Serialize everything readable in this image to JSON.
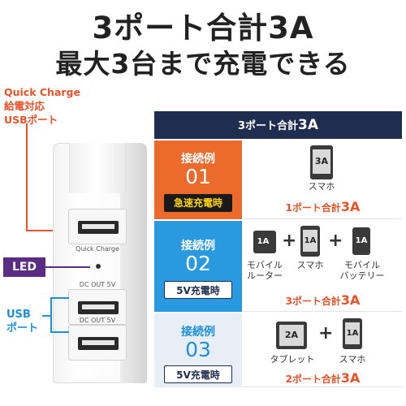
{
  "headline": {
    "line1": "3ポート合計3A",
    "line2": "最大3台まで充電できる"
  },
  "callouts": {
    "quick_charge": [
      "Quick Charge",
      "給電対応",
      "USBポート"
    ],
    "led": "LED",
    "usb_ports": [
      "USB",
      "ポート"
    ]
  },
  "charger": {
    "port1_caption": "Quick Charge",
    "port2_caption": "DC OUT 5V",
    "port3_caption": "DC OUT 5V"
  },
  "table": {
    "header_prefix": "3ポート合計",
    "header_value": "3A",
    "rows": [
      {
        "label": "接続例",
        "number": "01",
        "badge": "急速充電時",
        "devices": [
          {
            "label": "3A",
            "caption": "スマホ"
          }
        ],
        "total_prefix": "1ポート合計",
        "total_value": "3A"
      },
      {
        "label": "接続例",
        "number": "02",
        "badge": "5V充電時",
        "devices": [
          {
            "label": "1A",
            "caption": "モバイル\nルーター"
          },
          {
            "label": "1A",
            "caption": "スマホ"
          },
          {
            "label": "1A",
            "caption": "モバイル\nバッテリー"
          }
        ],
        "total_prefix": "3ポート合計",
        "total_value": "3A"
      },
      {
        "label": "接続例",
        "number": "03",
        "badge": "5V充電時",
        "devices": [
          {
            "label": "2A",
            "caption": "タブレット"
          },
          {
            "label": "1A",
            "caption": "スマホ"
          }
        ],
        "total_prefix": "2ポート合計",
        "total_value": "3A"
      }
    ],
    "plus_sign": "+"
  },
  "colors": {
    "orange": "#e6542a",
    "blue": "#1f8fd6",
    "navy": "#1f2d4e",
    "purple": "#5a2d82",
    "row1_bg": "#ec6a2c",
    "row2_bg": "#2a9ae0",
    "row3_bg": "#e7eef5",
    "badge_yellow_text": "#ffd400"
  }
}
